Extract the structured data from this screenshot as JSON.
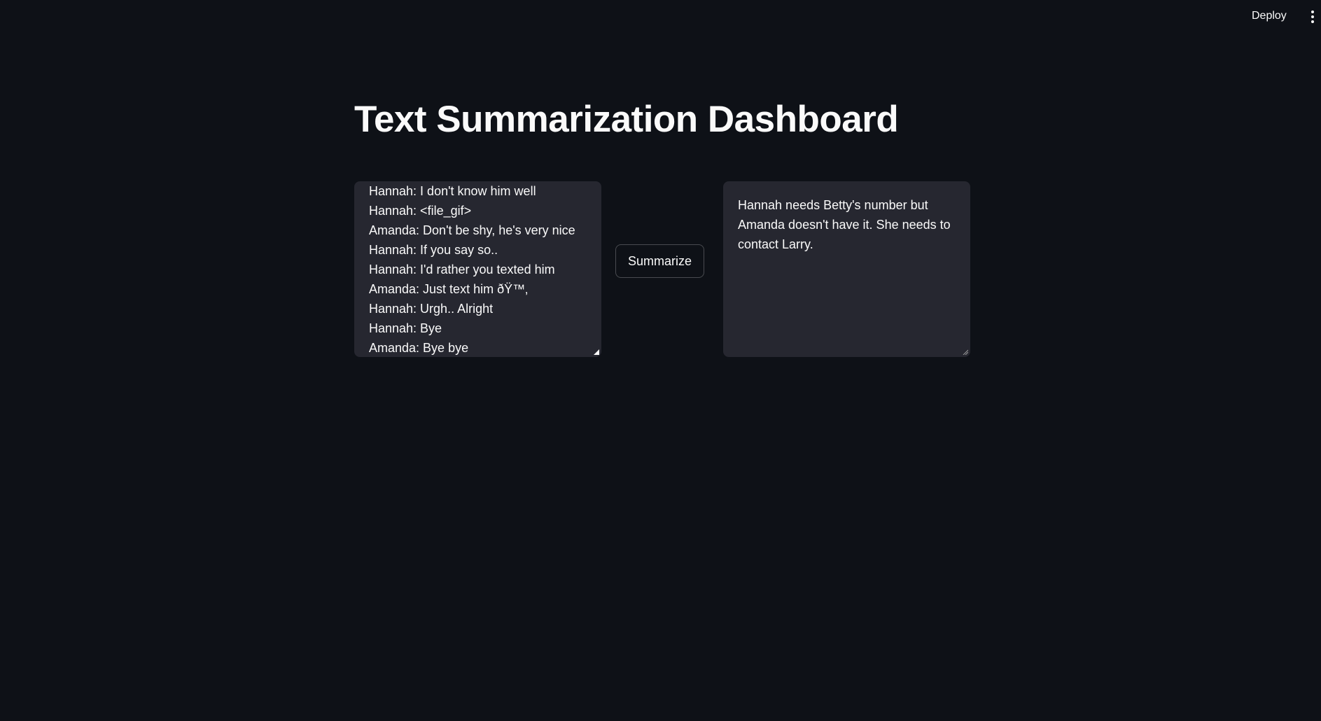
{
  "header": {
    "deploy_label": "Deploy",
    "menu_icon": "vertical-ellipsis-icon"
  },
  "main": {
    "title": "Text Summarization Dashboard",
    "input": {
      "lines": [
        "Hannah: I don't know him well",
        "Hannah: <file_gif>",
        "Amanda: Don't be shy, he's very nice",
        "Hannah: If you say so..",
        "Hannah: I'd rather you texted him",
        "Amanda: Just text him ðŸ™‚",
        "Hannah: Urgh.. Alright",
        "Hannah: Bye",
        "Amanda: Bye bye"
      ]
    },
    "summarize_label": "Summarize",
    "output": {
      "value": "Hannah needs Betty's number but Amanda doesn't have it. She needs to contact Larry."
    }
  },
  "colors": {
    "background": "#0e1117",
    "textarea_bg": "#262730",
    "text": "#fafafa"
  }
}
